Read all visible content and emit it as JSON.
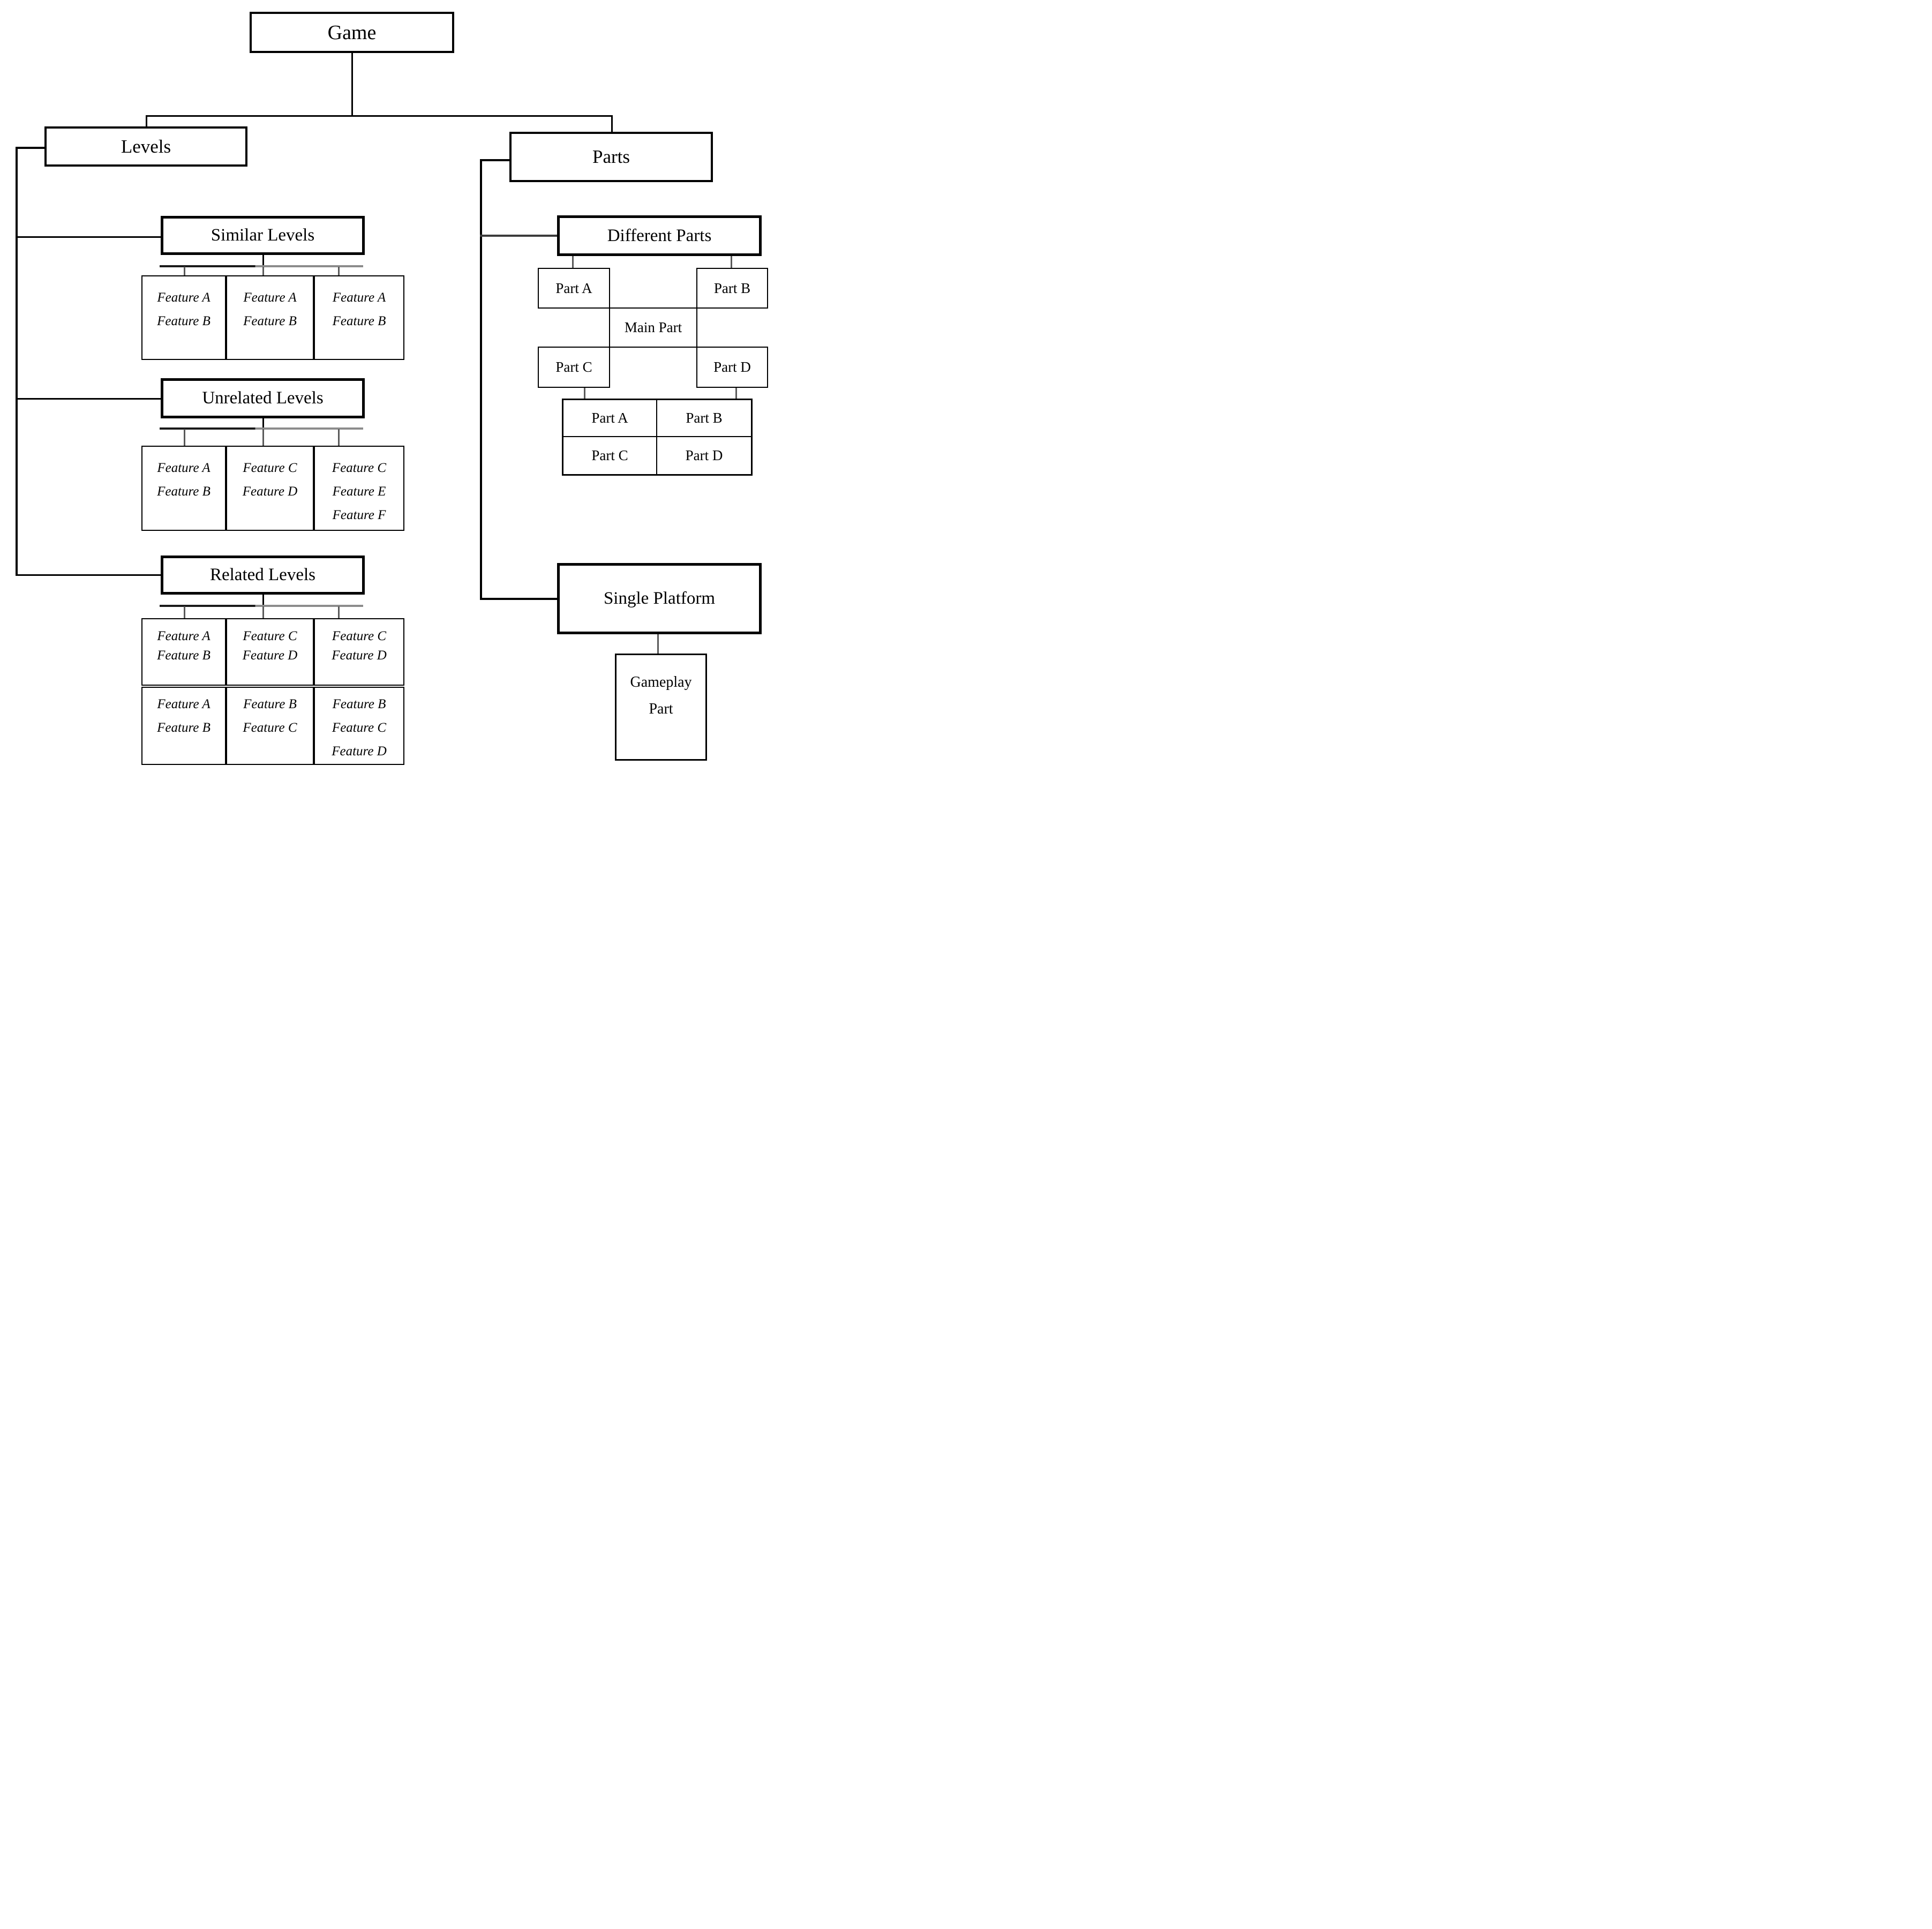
{
  "game": {
    "label": "Game"
  },
  "levels": {
    "label": "Levels",
    "similar": {
      "label": "Similar Levels",
      "children": [
        [
          "Feature A",
          "Feature B"
        ],
        [
          "Feature A",
          "Feature B"
        ],
        [
          "Feature A",
          "Feature B"
        ]
      ]
    },
    "unrelated": {
      "label": "Unrelated Levels",
      "children": [
        [
          "Feature A",
          "Feature B"
        ],
        [
          "Feature C",
          "Feature D"
        ],
        [
          "Feature C",
          "Feature E",
          "Feature F"
        ]
      ]
    },
    "related": {
      "label": "Related Levels",
      "row1": [
        [
          "Feature A",
          "Feature B"
        ],
        [
          "Feature C",
          "Feature D"
        ],
        [
          "Feature C",
          "Feature D"
        ]
      ],
      "row2": [
        [
          "Feature A",
          "Feature B"
        ],
        [
          "Feature B",
          "Feature C"
        ],
        [
          "Feature B",
          "Feature C",
          "Feature D"
        ]
      ]
    }
  },
  "parts": {
    "label": "Parts",
    "different": {
      "label": "Different Parts",
      "part_a": "Part A",
      "part_b": "Part B",
      "main_part": "Main Part",
      "part_c": "Part C",
      "part_d": "Part D",
      "table": [
        "Part A",
        "Part B",
        "Part C",
        "Part D"
      ]
    },
    "single": {
      "label": "Single Platform",
      "child": [
        "Gameplay",
        "Part"
      ]
    }
  }
}
